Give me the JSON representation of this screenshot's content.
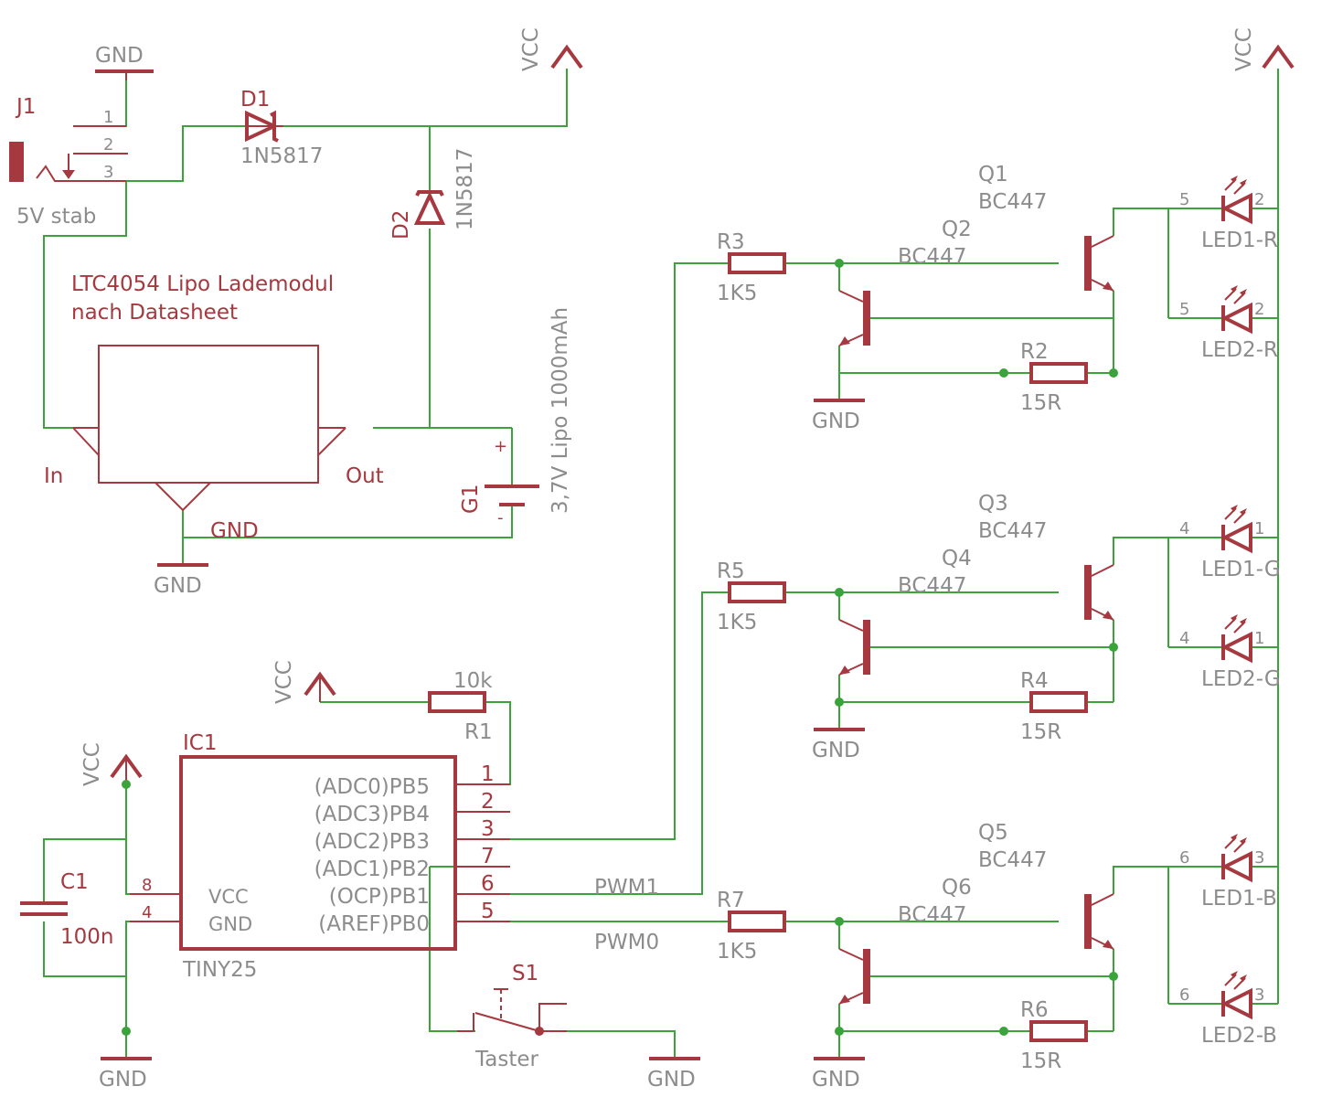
{
  "power": {
    "vcc": "VCC",
    "gnd": "GND"
  },
  "j1": {
    "ref": "J1",
    "value": "5V stab",
    "pin1": "1",
    "pin2": "2",
    "pin3": "3"
  },
  "d1": {
    "ref": "D1",
    "value": "1N5817"
  },
  "d2": {
    "ref": "D2",
    "value": "1N5817"
  },
  "module": {
    "title1": "LTC4054 Lipo Lademodul",
    "title2": "nach Datasheet",
    "in": "In",
    "out": "Out",
    "gnd": "GND"
  },
  "g1": {
    "ref": "G1",
    "value": "3,7V Lipo 1000mAh",
    "plus": "+",
    "minus": "-"
  },
  "r1": {
    "ref": "R1",
    "value": "10k"
  },
  "c1": {
    "ref": "C1",
    "value": "100n"
  },
  "ic1": {
    "ref": "IC1",
    "value": "TINY25",
    "pins_left": [
      {
        "num": "8",
        "name": "VCC"
      },
      {
        "num": "4",
        "name": "GND"
      }
    ],
    "pins_right": [
      {
        "num": "1",
        "name": "(ADC0)PB5"
      },
      {
        "num": "2",
        "name": "(ADC3)PB4"
      },
      {
        "num": "3",
        "name": "(ADC2)PB3"
      },
      {
        "num": "7",
        "name": "(ADC1)PB2"
      },
      {
        "num": "6",
        "name": "(OCP)PB1"
      },
      {
        "num": "5",
        "name": "(AREF)PB0"
      }
    ]
  },
  "nets": {
    "pwm1": "PWM1",
    "pwm0": "PWM0"
  },
  "s1": {
    "ref": "S1",
    "value": "Taster"
  },
  "channels": [
    {
      "rb": {
        "ref": "R3",
        "value": "1K5"
      },
      "rs": {
        "ref": "R2",
        "value": "15R"
      },
      "qa": {
        "ref": "Q1",
        "value": "BC447"
      },
      "qb": {
        "ref": "Q2",
        "value": "BC447"
      },
      "led1": {
        "ref": "LED1-R",
        "pin_a": "5",
        "pin_k": "2"
      },
      "led2": {
        "ref": "LED2-R",
        "pin_a": "5",
        "pin_k": "2"
      }
    },
    {
      "rb": {
        "ref": "R5",
        "value": "1K5"
      },
      "rs": {
        "ref": "R4",
        "value": "15R"
      },
      "qa": {
        "ref": "Q3",
        "value": "BC447"
      },
      "qb": {
        "ref": "Q4",
        "value": "BC447"
      },
      "led1": {
        "ref": "LED1-G",
        "pin_a": "4",
        "pin_k": "1"
      },
      "led2": {
        "ref": "LED2-G",
        "pin_a": "4",
        "pin_k": "1"
      }
    },
    {
      "rb": {
        "ref": "R7",
        "value": "1K5"
      },
      "rs": {
        "ref": "R6",
        "value": "15R"
      },
      "qa": {
        "ref": "Q5",
        "value": "BC447"
      },
      "qb": {
        "ref": "Q6",
        "value": "BC447"
      },
      "led1": {
        "ref": "LED1-B",
        "pin_a": "6",
        "pin_k": "3"
      },
      "led2": {
        "ref": "LED2-B",
        "pin_a": "6",
        "pin_k": "3"
      }
    }
  ]
}
